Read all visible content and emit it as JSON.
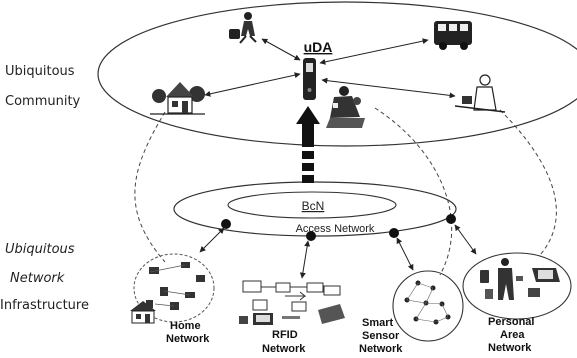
{
  "left_labels": {
    "community_line1": "Ubiquitous",
    "community_line2": "Community",
    "infra_line1": "Ubiquitous",
    "infra_line2": "Network",
    "infra_line3": "Infrastructure"
  },
  "center": {
    "device_label": "uDA",
    "core_label": "BcN",
    "access_label": "Access Network"
  },
  "networks": {
    "home_line1": "Home",
    "home_line2": "Network",
    "rfid_line1": "RFID",
    "rfid_line2": "Network",
    "sensor_line1": "Smart",
    "sensor_line2": "Sensor",
    "sensor_line3": "Network",
    "pan_line1": "Personal",
    "pan_line2": "Area",
    "pan_line3": "Network"
  },
  "icons": {
    "traveler": "traveler-icon",
    "bus": "bus-icon",
    "house": "house-icon",
    "office_worker": "office-worker-icon",
    "medic": "medic-icon",
    "phone": "mobile-phone-icon"
  }
}
